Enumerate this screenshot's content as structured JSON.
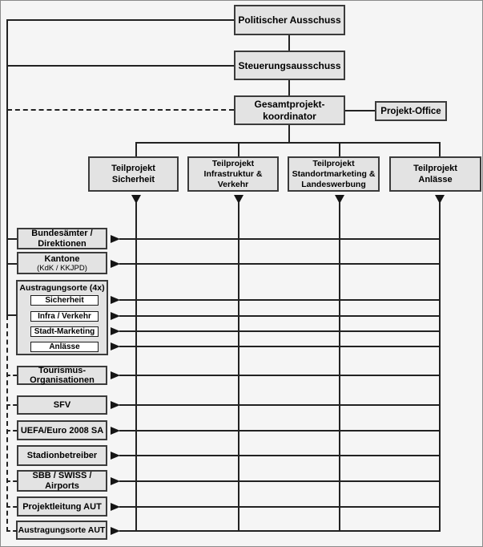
{
  "colors": {
    "background": "#f5f5f5",
    "node_fill": "#e3e3e3",
    "node_border": "#3b3b3b",
    "inner_node_fill": "#ffffff",
    "line": "#222222"
  },
  "nodes": {
    "politischer_ausschuss": {
      "label": "Politischer Ausschuss"
    },
    "steuerungsausschuss": {
      "label": "Steuerungsausschuss"
    },
    "gesamtprojektkoordinator": {
      "label": "Gesamtprojekt-\nkoordinator"
    },
    "projekt_office": {
      "label": "Projekt-Office"
    },
    "teilprojekt_sicherheit": {
      "label": "Teilprojekt\nSicherheit"
    },
    "teilprojekt_infrastruktur_verkehr": {
      "label": "Teilprojekt\nInfrastruktur &\nVerkehr"
    },
    "teilprojekt_standortmarketing_landeswerbung": {
      "label": "Teilprojekt\nStandortmarketing &\nLandeswerbung"
    },
    "teilprojekt_anlaesse": {
      "label": "Teilprojekt\nAnlässe"
    },
    "bundesaemter_direktionen": {
      "label": "Bundesämter /\nDirektionen"
    },
    "kantone": {
      "label": "Kantone",
      "sublabel": "(KdK / KKJPD)"
    },
    "austragungsorte": {
      "label": "Austragungsorte (4x)",
      "sicherheit": "Sicherheit",
      "infra_verkehr": "Infra / Verkehr",
      "stadt_marketing": "Stadt-Marketing",
      "anlaesse": "Anlässe"
    },
    "tourismus_organisationen": {
      "label": "Tourismus-\nOrganisationen"
    },
    "sfv": {
      "label": "SFV"
    },
    "uefa_euro_2008_sa": {
      "label": "UEFA/Euro 2008 SA"
    },
    "stadionbetreiber": {
      "label": "Stadionbetreiber"
    },
    "sbb_swiss_airports": {
      "label": "SBB / SWISS /\nAirports"
    },
    "projektleitung_aut": {
      "label": "Projektleitung AUT"
    },
    "austragungsorte_aut": {
      "label": "Austragungsorte AUT"
    }
  }
}
